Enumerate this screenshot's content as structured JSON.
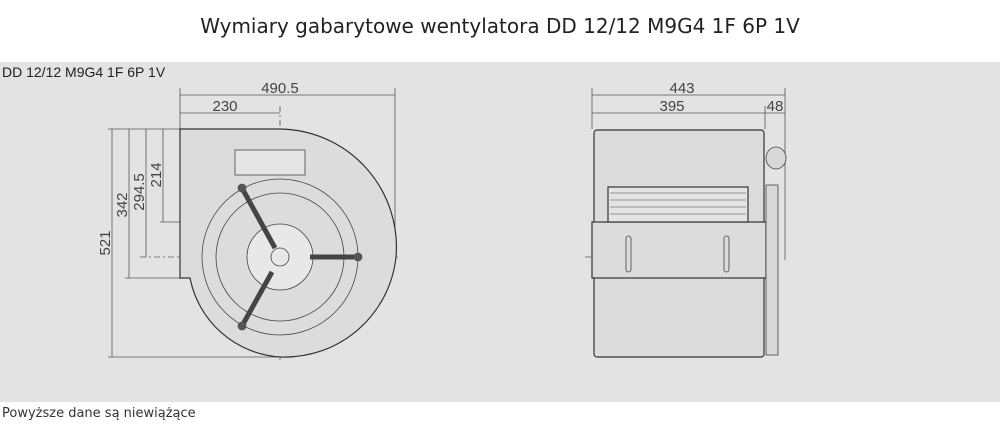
{
  "title": "Wymiary gabarytowe wentylatora DD 12/12 M9G4 1F 6P 1V",
  "drawing": {
    "model_label": "DD 12/12 M9G4 1F 6P 1V",
    "side_view": {
      "width_total": "490.5",
      "width_to_axis": "230",
      "height_total": "521",
      "height_342": "342",
      "height_axis": "294.5",
      "height_outlet": "214"
    },
    "front_view": {
      "width_total": "443",
      "width_body": "395",
      "motor_protrusion": "48"
    }
  },
  "footer": "Powyższe dane są niewiążące"
}
